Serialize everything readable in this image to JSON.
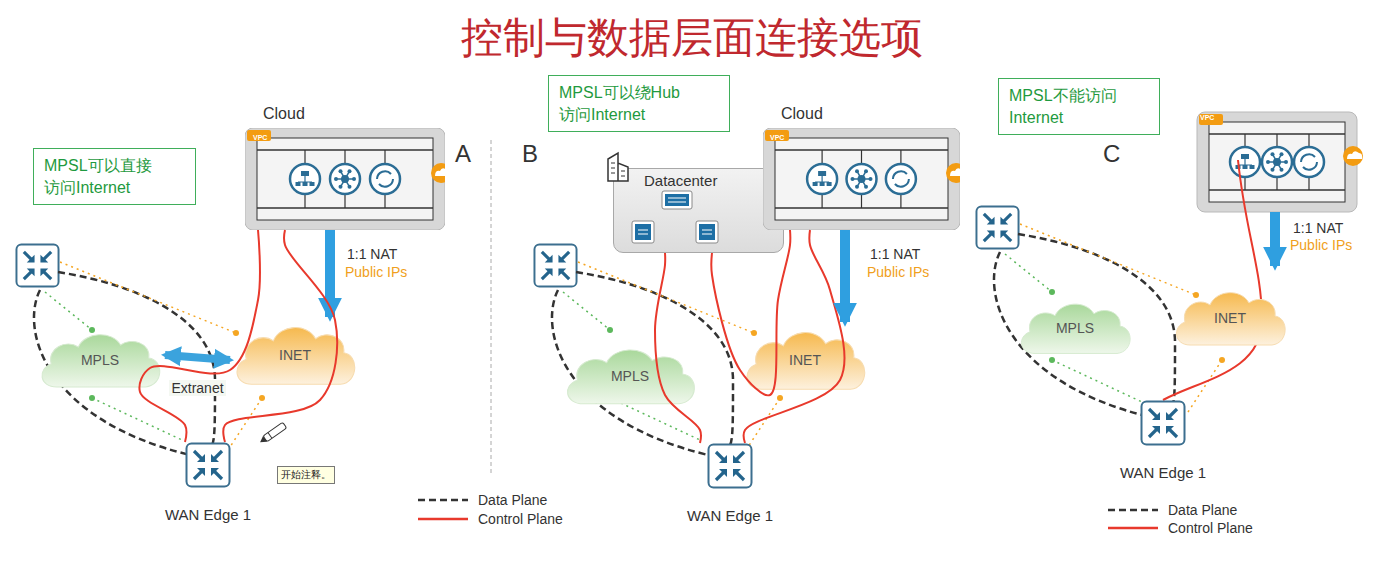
{
  "diagram": {
    "title": "控制与数据层面连接选项",
    "nodes": [
      {
        "text": [
          "MPSL可以直接 访问Internet"
        ]
      },
      {
        "text": [
          "Cloud"
        ]
      },
      {
        "text": [
          "MPLS"
        ]
      },
      {
        "text": [
          "INET"
        ]
      },
      {
        "text": [
          "WAN Edge 1"
        ]
      },
      {
        "text": [
          "MPSL可以绕Hub 访问Internet"
        ]
      },
      {
        "text": [
          "Datacenter"
        ]
      },
      {
        "text": [
          "Cloud"
        ]
      },
      {
        "text": [
          "MPLS"
        ]
      },
      {
        "text": [
          "INET"
        ]
      },
      {
        "text": [
          "WAN Edge 1"
        ]
      },
      {
        "text": [
          "MPSL不能访问 Internet"
        ]
      },
      {
        "text": [
          "MPLS"
        ]
      },
      {
        "text": [
          "INET"
        ]
      },
      {
        "text": [
          "WAN Edge 1"
        ]
      }
    ],
    "edges": [
      {
        "from": 2,
        "to": 3,
        "arrow": "both",
        "label": "Extranet"
      },
      {
        "from": 1,
        "to": 3,
        "arrow": "to"
      },
      {
        "from": 4,
        "to": 1,
        "arrow": "none"
      },
      {
        "from": 4,
        "to": 1,
        "arrow": "none"
      },
      {
        "from": 10,
        "to": 6,
        "arrow": "none"
      },
      {
        "from": 6,
        "to": 7,
        "arrow": "none"
      },
      {
        "from": 10,
        "to": 7,
        "arrow": "none"
      },
      {
        "from": 7,
        "to": 9,
        "arrow": "to"
      }
    ],
    "labels": [
      "A",
      "VPC",
      "1:1 NAT",
      "Public IPs",
      "开始注释。",
      "B",
      "VPC",
      "1:1 NAT",
      "Public IPs",
      "C",
      "VPC",
      "1:1 NAT",
      "Public IPs"
    ],
    "legend": [
      {
        "text": "Data Plane"
      },
      {
        "text": "Control Plane"
      },
      {
        "text": "Data Plane"
      },
      {
        "text": "Control Plane"
      }
    ]
  }
}
